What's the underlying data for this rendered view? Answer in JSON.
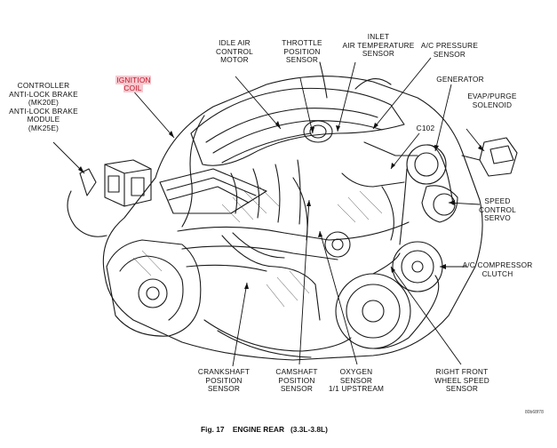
{
  "figure": {
    "caption_number": "Fig. 17",
    "caption_title": "ENGINE REAR",
    "caption_spec": "(3.3L-3.8L)",
    "reference_code": "80b68f78"
  },
  "labels": {
    "idle_air_control_motor": "IDLE AIR\nCONTROL\nMOTOR",
    "throttle_position_sensor_top": "THROTTLE\nPOSITION\nSENSOR",
    "inlet_air_temperature_sensor": "INLET\nAIR TEMPERATURE\nSENSOR",
    "ac_pressure_sensor": "A/C PRESSURE\nSENSOR",
    "ignition_coil": "IGNITION\nCOIL",
    "controller_anti_lock_brake": "CONTROLLER\nANTI-LOCK BRAKE\n(MK20E)\nANTI-LOCK BRAKE\nMODULE\n(MK25E)",
    "generator": "GENERATOR",
    "evap_purge_solenoid": "EVAP/PURGE\nSOLENOID",
    "c102": "C102",
    "speed_control_servo": "SPEED\nCONTROL\nSERVO",
    "ac_compressor_clutch": "A/C COMPRESSOR\nCLUTCH",
    "crankshaft_position_sensor": "CRANKSHAFT\nPOSITION\nSENSOR",
    "camshaft_position_sensor": "CAMSHAFT\nPOSITION\nSENSOR",
    "oxygen_sensor": "OXYGEN\nSENSOR\n1/1 UPSTREAM",
    "right_front_wheel_speed_sensor": "RIGHT FRONT\nWHEEL SPEED\nSENSOR"
  },
  "colors": {
    "highlight_text": "#c0162a",
    "highlight_bg": "#f6c9cf",
    "line": "#111111"
  }
}
